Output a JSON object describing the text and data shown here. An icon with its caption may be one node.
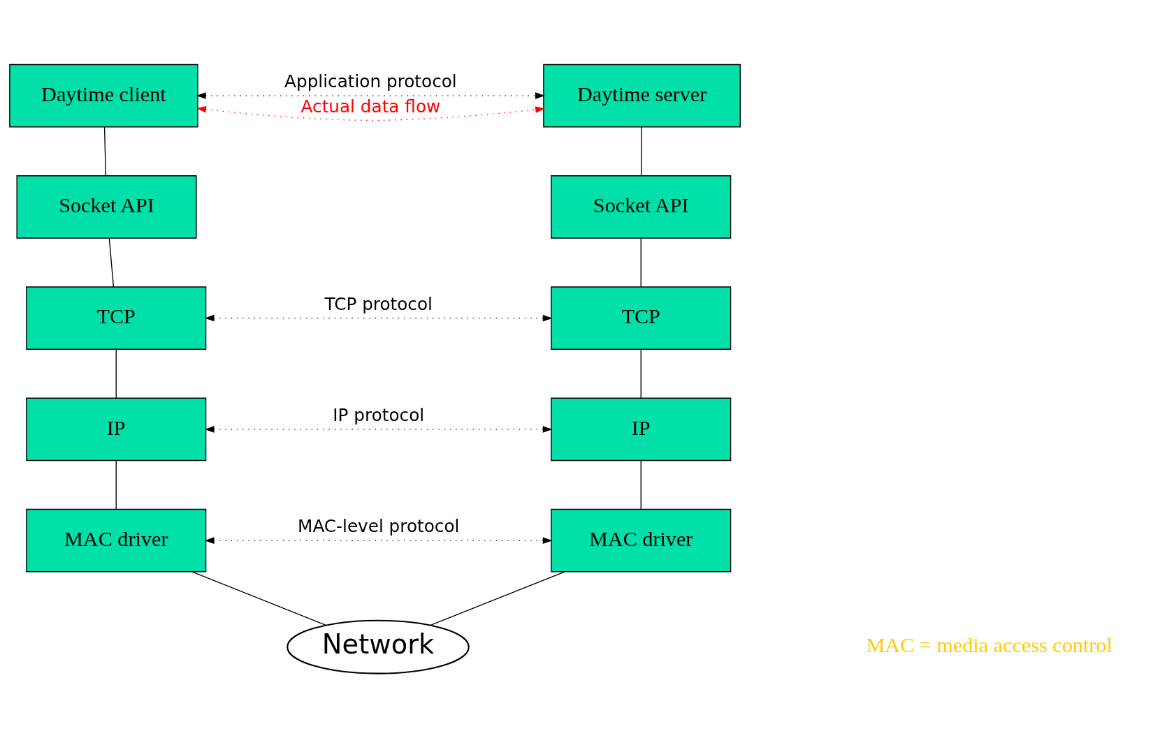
{
  "diagram": {
    "nodes": [
      {
        "text": [
          "Daytime client"
        ]
      },
      {
        "text": [
          "Daytime server"
        ]
      },
      {
        "text": [
          "Socket API"
        ]
      },
      {
        "text": [
          "Socket API"
        ]
      },
      {
        "text": [
          "TCP"
        ]
      },
      {
        "text": [
          "TCP"
        ]
      },
      {
        "text": [
          "IP"
        ]
      },
      {
        "text": [
          "IP"
        ]
      },
      {
        "text": [
          "MAC driver"
        ]
      },
      {
        "text": [
          "MAC driver"
        ]
      },
      {
        "text": [
          "Network"
        ]
      }
    ],
    "edges": [
      {
        "from": 0,
        "to": 1,
        "arrow": "both",
        "label": "Application protocol",
        "style": "dashed"
      },
      {
        "from": 0,
        "to": 2,
        "arrow": "none"
      },
      {
        "from": 1,
        "to": 3,
        "arrow": "none"
      },
      {
        "from": 2,
        "to": 4,
        "arrow": "none"
      },
      {
        "from": 3,
        "to": 5,
        "arrow": "none"
      },
      {
        "from": 4,
        "to": 5,
        "arrow": "both",
        "label": "TCP protocol",
        "style": "dashed"
      },
      {
        "from": 4,
        "to": 6,
        "arrow": "none"
      },
      {
        "from": 5,
        "to": 7,
        "arrow": "none"
      },
      {
        "from": 6,
        "to": 7,
        "arrow": "both",
        "label": "IP protocol",
        "style": "dashed"
      },
      {
        "from": 6,
        "to": 8,
        "arrow": "none"
      },
      {
        "from": 7,
        "to": 9,
        "arrow": "none"
      },
      {
        "from": 8,
        "to": 9,
        "arrow": "both",
        "label": "MAC-level protocol",
        "style": "dashed"
      },
      {
        "from": 8,
        "to": 10,
        "arrow": "none"
      },
      {
        "from": 9,
        "to": 10,
        "arrow": "none"
      },
      {
        "from": 0,
        "to": 1,
        "arrow": "both",
        "label": "Actual data flow",
        "style": "dashed",
        "color": "#ff0000"
      }
    ],
    "labels": [
      "MAC = media access control"
    ]
  }
}
